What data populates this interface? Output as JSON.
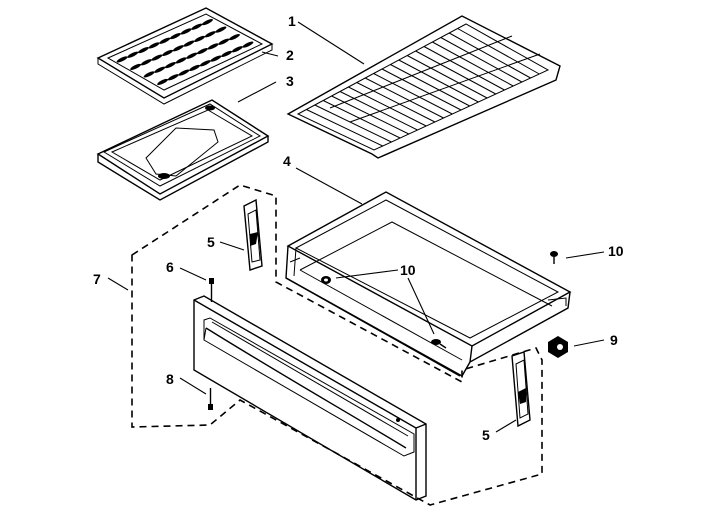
{
  "figure": {
    "type": "exploded parts diagram",
    "callouts": [
      {
        "id": "c1",
        "label": "1"
      },
      {
        "id": "c2",
        "label": "2"
      },
      {
        "id": "c3",
        "label": "3"
      },
      {
        "id": "c4",
        "label": "4"
      },
      {
        "id": "c5a",
        "label": "5"
      },
      {
        "id": "c5b",
        "label": "5"
      },
      {
        "id": "c6",
        "label": "6"
      },
      {
        "id": "c7",
        "label": "7"
      },
      {
        "id": "c8",
        "label": "8"
      },
      {
        "id": "c9",
        "label": "9"
      },
      {
        "id": "c10a",
        "label": "10"
      },
      {
        "id": "c10b",
        "label": "10"
      }
    ]
  }
}
